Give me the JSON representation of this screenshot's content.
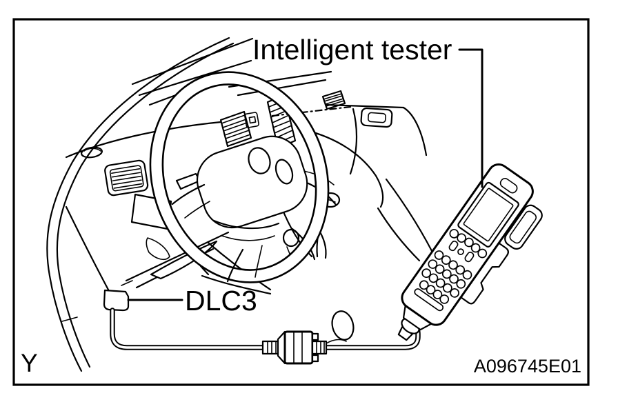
{
  "figure": {
    "type": "service-manual-illustration",
    "description": "Car dashboard interior with intelligent tester connected to DLC3 via cable",
    "labels": {
      "intelligent_tester": "Intelligent tester",
      "dlc3": "DLC3",
      "view_marker": "Y",
      "figure_code": "A096745E01"
    },
    "colors": {
      "line": "#000000",
      "background": "#ffffff"
    }
  }
}
